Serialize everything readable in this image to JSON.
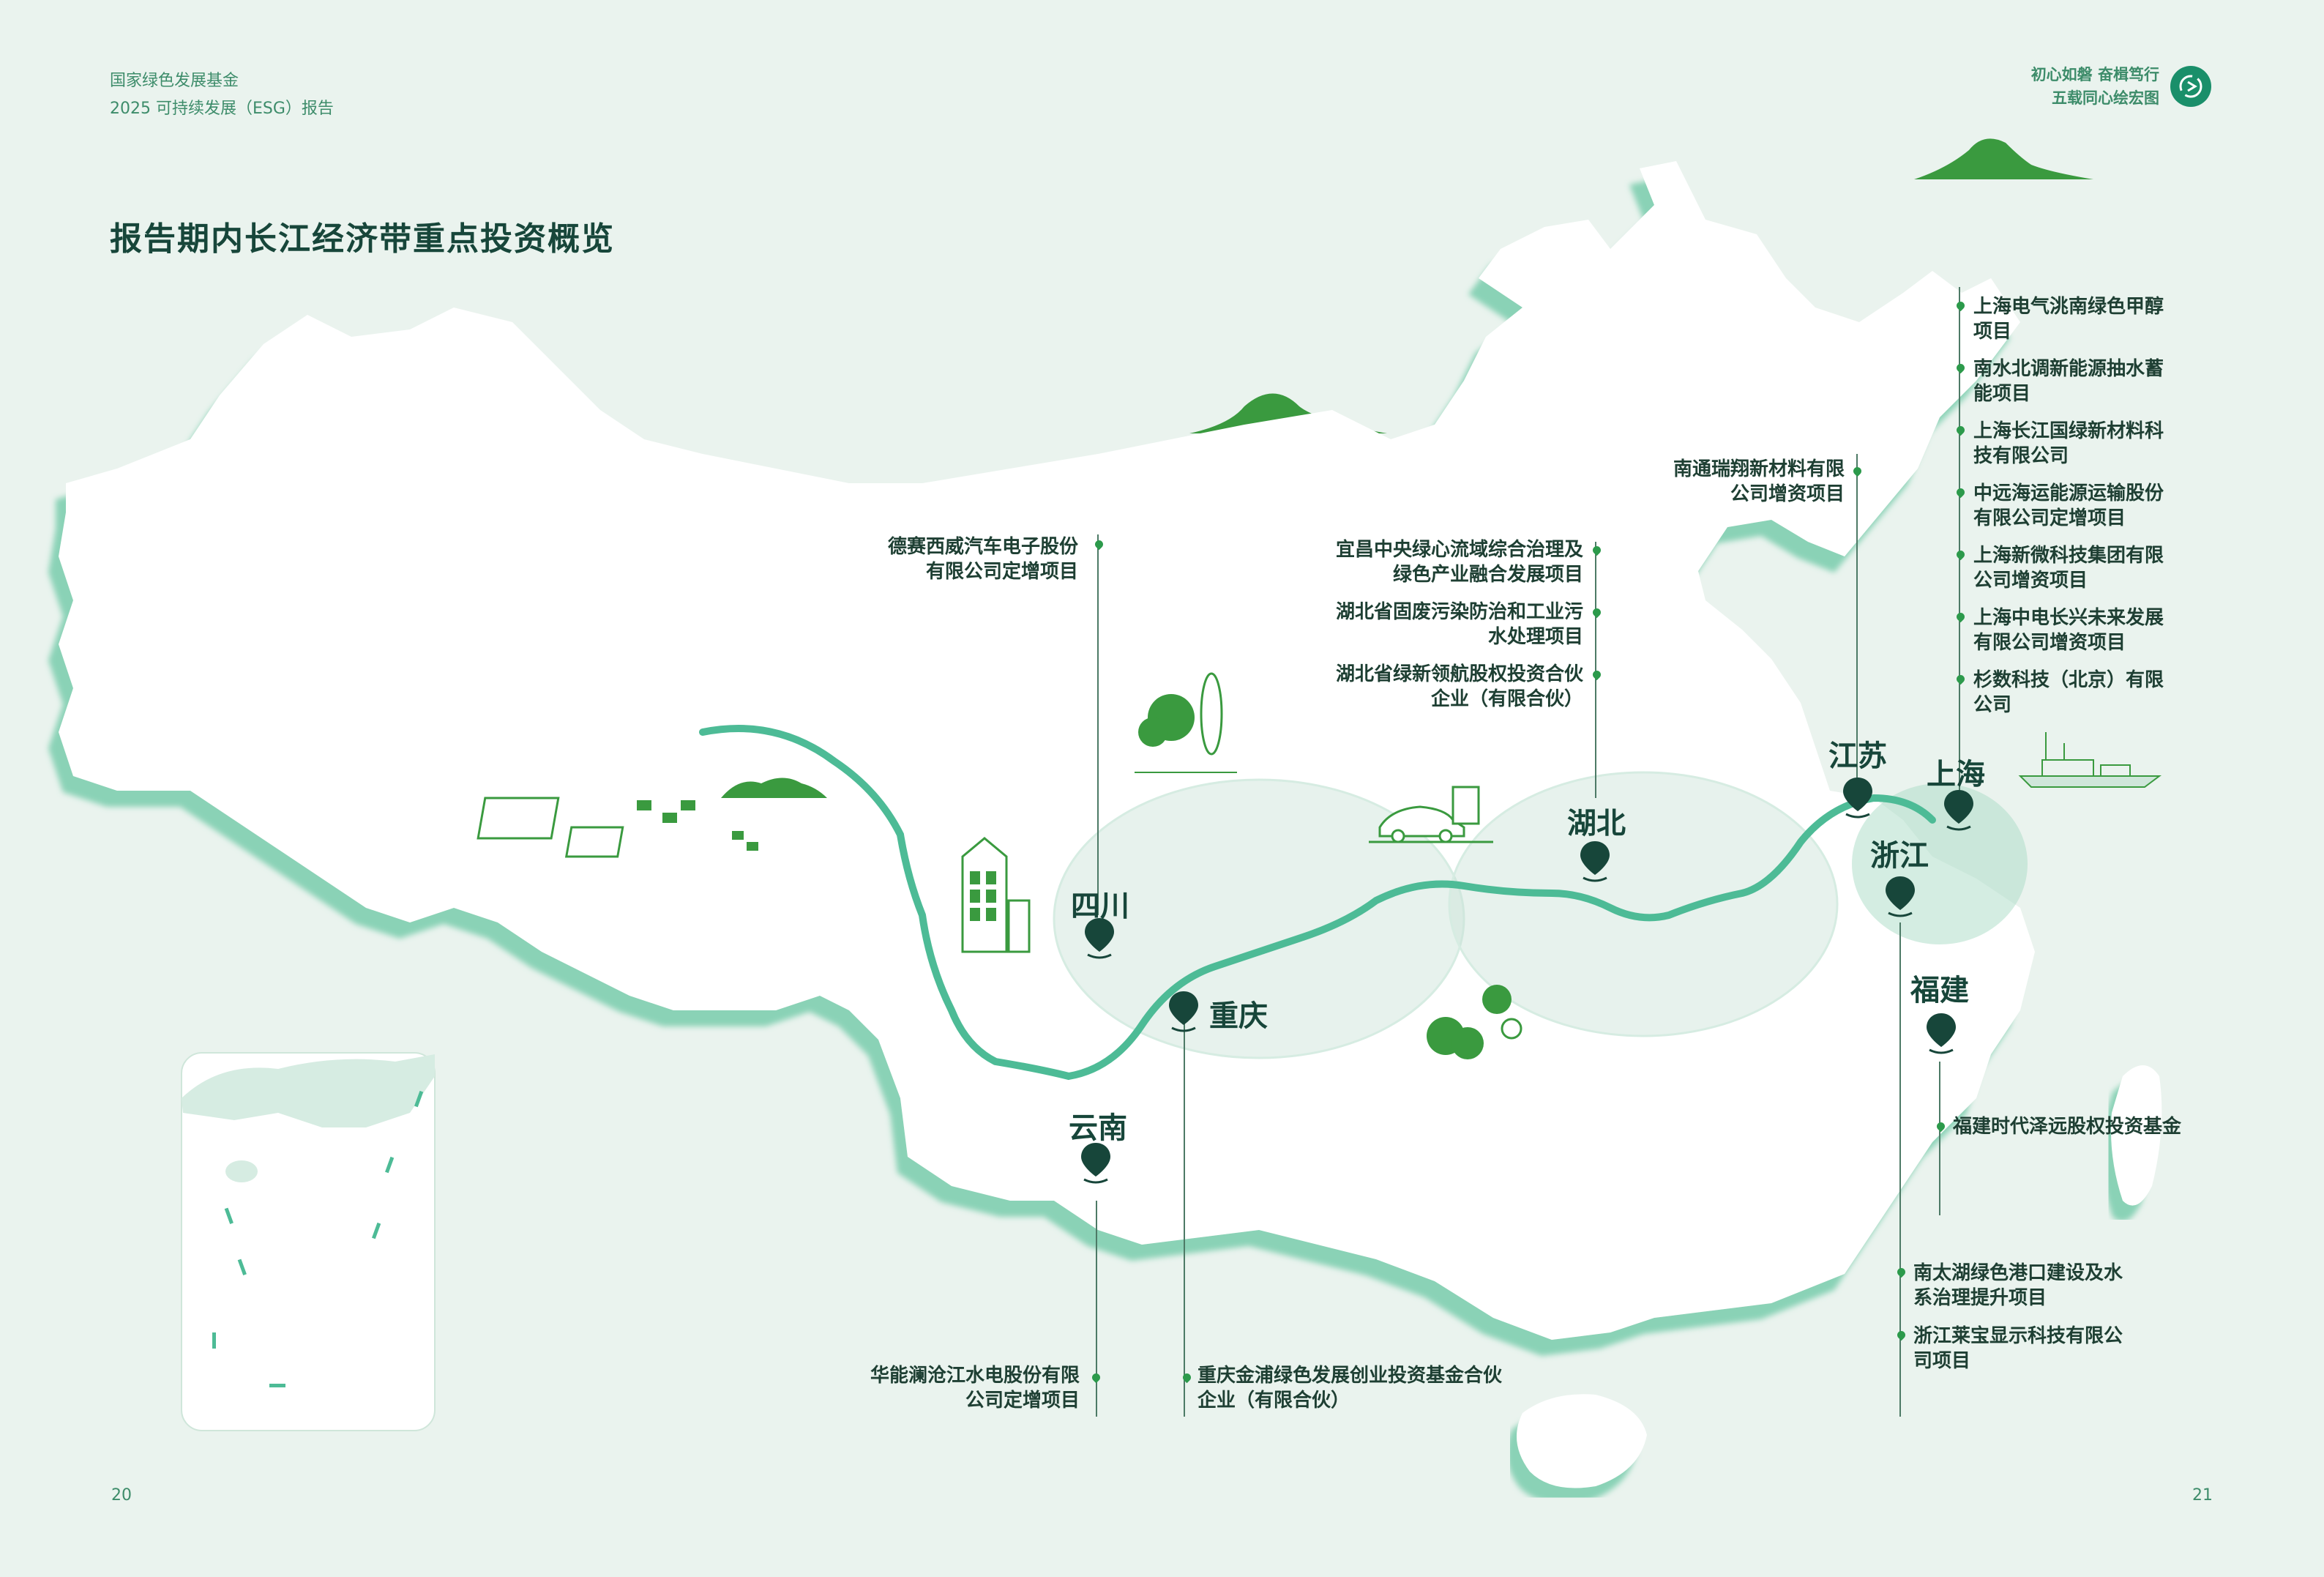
{
  "header": {
    "org": "国家绿色发展基金",
    "report": "2025 可持续发展（ESG）报告",
    "slogan_line1": "初心如磐 奋楫笃行",
    "slogan_line2": "五载同心绘宏图"
  },
  "page_title": "报告期内长江经济带重点投资概览",
  "page_numbers": {
    "left": "20",
    "right": "21"
  },
  "colors": {
    "background": "#eaf3ee",
    "land": "#ffffff",
    "land_shadow": "#7fcfb0",
    "river": "#4dbb96",
    "accent_green": "#3a9a3f",
    "pin": "#17463a",
    "text_dark": "#17463a",
    "text_light": "#3d8c6a"
  },
  "icons": {
    "logo": "circular-arrows-logo-icon",
    "pin": "map-pin-icon",
    "marker": "leaf-marker-icon"
  },
  "provinces": {
    "sichuan": "四川",
    "chongqing": "重庆",
    "yunnan": "云南",
    "hubei": "湖北",
    "jiangsu": "江苏",
    "shanghai": "上海",
    "zhejiang": "浙江",
    "fujian": "福建"
  },
  "projects": {
    "sichuan": [
      "德赛西威汽车电子股份",
      "有限公司定增项目"
    ],
    "yunnan": [
      "华能澜沧江水电股份有限",
      "公司定增项目"
    ],
    "chongqing": [
      "重庆金浦绿色发展创业投资基金合伙",
      "企业（有限合伙）"
    ],
    "hubei": [
      [
        "宜昌中央绿心流域综合治理及",
        "绿色产业融合发展项目"
      ],
      [
        "湖北省固废污染防治和工业污",
        "水处理项目"
      ],
      [
        "湖北省绿新领航股权投资合伙",
        "企业（有限合伙）"
      ]
    ],
    "jiangsu": [
      "南通瑞翔新材料有限",
      "公司增资项目"
    ],
    "shanghai": [
      [
        "上海电气洮南绿色甲醇",
        "项目"
      ],
      [
        "南水北调新能源抽水蓄",
        "能项目"
      ],
      [
        "上海长江国绿新材料科",
        "技有限公司"
      ],
      [
        "中远海运能源运输股份",
        "有限公司定增项目"
      ],
      [
        "上海新微科技集团有限",
        "公司增资项目"
      ],
      [
        "上海中电长兴未来发展",
        "有限公司增资项目"
      ],
      [
        "杉数科技（北京）有限",
        "公司"
      ]
    ],
    "fujian": [
      "福建时代泽远股权投资基金"
    ],
    "zhejiang": [
      [
        "南太湖绿色港口建设及水",
        "系治理提升项目"
      ],
      [
        "浙江莱宝显示科技有限公",
        "司项目"
      ]
    ]
  }
}
